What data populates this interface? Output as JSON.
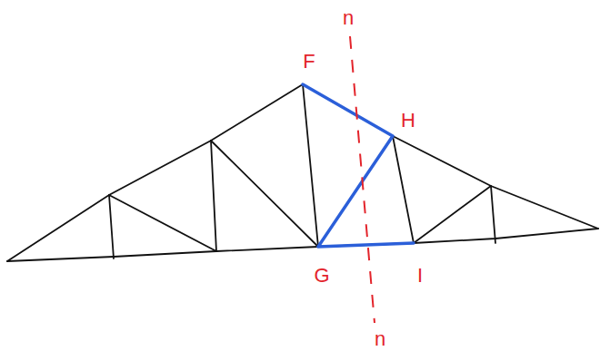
{
  "diagram": {
    "labels": [
      "n",
      "F",
      "H",
      "G",
      "I",
      "n"
    ]
  }
}
